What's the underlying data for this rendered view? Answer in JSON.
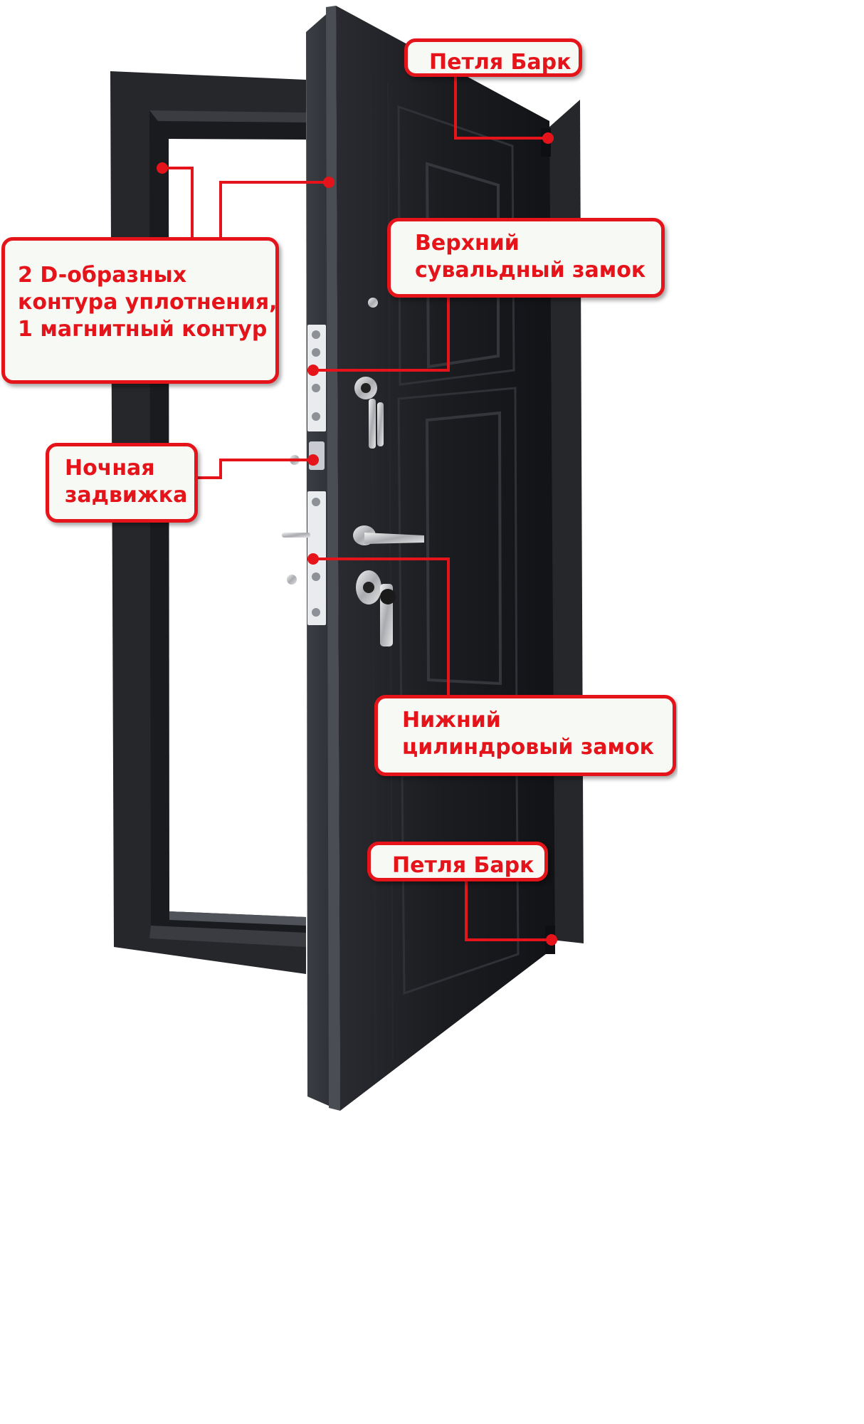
{
  "callouts": {
    "top_hinge": {
      "label": "Петля Барк"
    },
    "upper_lock": {
      "lines": [
        "Верхний",
        "сувальдный замок"
      ]
    },
    "seal": {
      "lines": [
        "2 D-образных",
        "контура уплотнения,",
        "1 магнитный контур"
      ]
    },
    "night_latch": {
      "lines": [
        "Ночная",
        "задвижка"
      ]
    },
    "lower_lock": {
      "lines": [
        "Нижний",
        "цилиндровый замок"
      ]
    },
    "bottom_hinge": {
      "label": "Петля Барк"
    }
  },
  "colors": {
    "accent": "#e5141b",
    "door_leaf": "#1c1d21",
    "frame": "#25272b",
    "callout_fill": "#f7f9f4"
  }
}
